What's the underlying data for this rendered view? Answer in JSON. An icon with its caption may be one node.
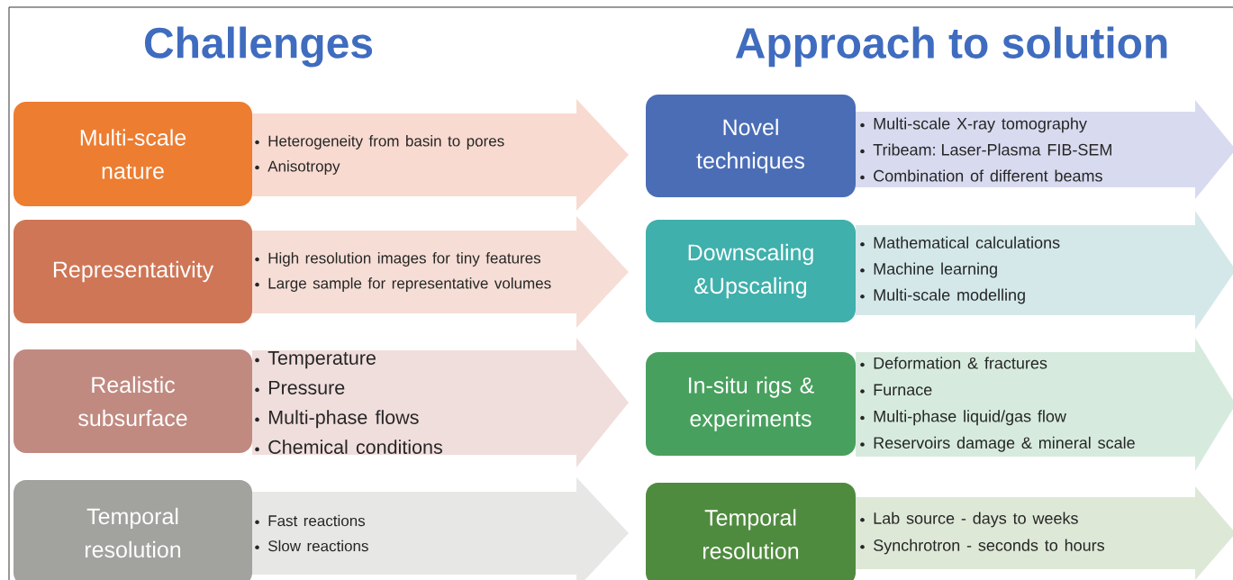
{
  "diagram": {
    "nodes": [
      {
        "text": [
          "Multi-scale nature"
        ]
      },
      {
        "text": [
          "Heterogeneity from basin to pores",
          "Anisotropy"
        ]
      },
      {
        "text": [
          "Representativity"
        ]
      },
      {
        "text": [
          "High resolution images for tiny features",
          "Large sample for representative volumes"
        ]
      },
      {
        "text": [
          "Realistic subsurface"
        ]
      },
      {
        "text": [
          "Temperature",
          "Pressure",
          "Multi-phase flows",
          "Chemical conditions"
        ]
      },
      {
        "text": [
          "Temporal resolution"
        ]
      },
      {
        "text": [
          "Fast reactions",
          "Slow reactions"
        ]
      },
      {
        "text": [
          "Novel techniques"
        ]
      },
      {
        "text": [
          "Multi-scale X-ray tomography",
          "Tribeam: Laser-Plasma FIB-SEM",
          "Combination of different beams"
        ]
      },
      {
        "text": [
          "Downscaling &Upscaling"
        ]
      },
      {
        "text": [
          "Mathematical calculations",
          "Machine learning",
          "Multi-scale modelling"
        ]
      },
      {
        "text": [
          "In-situ rigs & experiments"
        ]
      },
      {
        "text": [
          "Deformation & fractures",
          "Furnace",
          "Multi-phase liquid/gas flow",
          "Reservoirs damage & mineral scale"
        ]
      },
      {
        "text": [
          "Temporal resolution"
        ]
      },
      {
        "text": [
          "Lab source - days to weeks",
          "Synchrotron - seconds to hours"
        ]
      }
    ],
    "labels": [
      "Challenges",
      "Approach to solution"
    ]
  }
}
